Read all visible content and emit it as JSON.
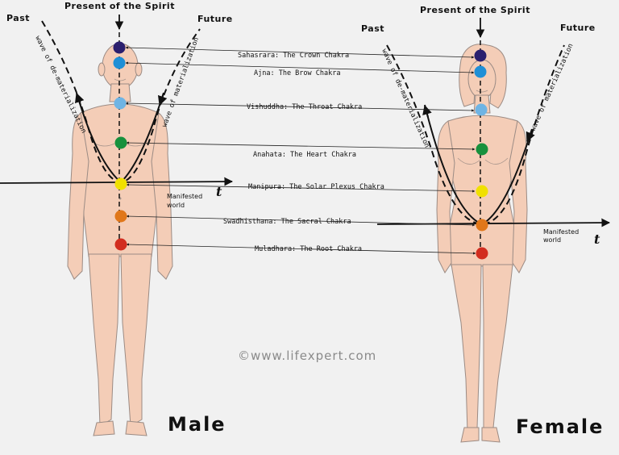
{
  "labels": {
    "present_spirit": "Present of the Spirit",
    "past": "Past",
    "future": "Future",
    "wave_dematerialization": "wave of de-materialization",
    "wave_materialization": "wave of materialization",
    "manifested_line1": "Manifested",
    "manifested_line2": "world",
    "time_var": "t",
    "male": "Male",
    "female": "Female",
    "watermark": "©www.lifexpert.com"
  },
  "chakras": [
    {
      "name": "Sahasrara: The Crown Chakra",
      "color": "#2b1f6e"
    },
    {
      "name": "Ajna: The Brow Chakra",
      "color": "#1f8fd6"
    },
    {
      "name": "Vishuddha: The Throat Chakra",
      "color": "#6fb4e4"
    },
    {
      "name": "Anahata: The Heart Chakra",
      "color": "#17913d"
    },
    {
      "name": "Manipura: The Solar Plexus Chakra",
      "color": "#f0e000"
    },
    {
      "name": "Swadhisthana: The Sacral Chakra",
      "color": "#e0771a"
    },
    {
      "name": "Muladhara: The Root Chakra",
      "color": "#d22d1f"
    }
  ],
  "colors": {
    "skin": "#f4cdb7",
    "line": "#111111"
  }
}
